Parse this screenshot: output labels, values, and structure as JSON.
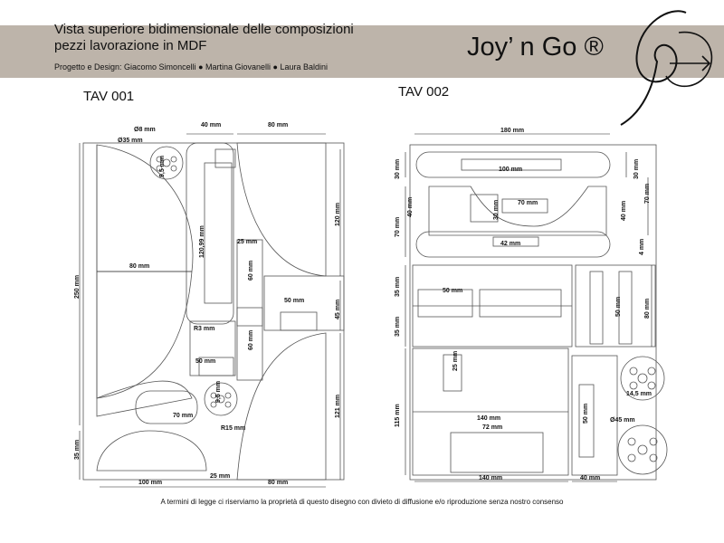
{
  "header": {
    "title_line1": "Vista superiore bidimensionale delle composizioni",
    "title_line2": "pezzi lavorazione in MDF",
    "credits": "Progetto e Design: Giacomo Simoncelli ● Martina Giovanelli ● Laura Baldini",
    "brand": "Joy’ n Go ®"
  },
  "tav1": {
    "label": "TAV 001",
    "dims": {
      "d8": "Ø8 mm",
      "d35": "Ø35 mm",
      "w40": "40 mm",
      "w80top": "80 mm",
      "d9_5a": "9,5 mm",
      "h120_99": "120,99 mm",
      "h120": "120 mm",
      "w25a": "25 mm",
      "h60a": "60 mm",
      "h250": "250 mm",
      "w80mid": "80 mm",
      "w50a": "50 mm",
      "h45": "45 mm",
      "r3": "R3 mm",
      "h60b": "60 mm",
      "w50b": "50 mm",
      "d9_5b": "9,5 mm",
      "w70": "70 mm",
      "r15": "R15 mm",
      "h121": "121 mm",
      "h35": "35 mm",
      "w100": "100 mm",
      "w25b": "25 mm",
      "w80bot": "80 mm"
    }
  },
  "tav2": {
    "label": "TAV 002",
    "dims": {
      "w180": "180 mm",
      "w100": "100 mm",
      "h30a": "30 mm",
      "h30b": "30 mm",
      "h40a": "40 mm",
      "h70a": "70 mm",
      "h30c": "30 mm",
      "w70": "70 mm",
      "h40b": "40 mm",
      "h70b": "70 mm",
      "w42": "42 mm",
      "h4": "4 mm",
      "h35a": "35 mm",
      "w50": "50 mm",
      "h50a": "50 mm",
      "h80": "80 mm",
      "h35b": "35 mm",
      "h25": "25 mm",
      "d14_5": "14,5 mm",
      "h115": "115 mm",
      "w140a": "140 mm",
      "w72": "72 mm",
      "h50b": "50 mm",
      "d45": "Ø45 mm",
      "w140b": "140 mm",
      "w40": "40 mm"
    }
  },
  "footer": {
    "notice": "A termini di legge ci riserviamo la proprietà di questo disegno con divieto di diffusione e/o riproduzione senza nostro consenso"
  }
}
